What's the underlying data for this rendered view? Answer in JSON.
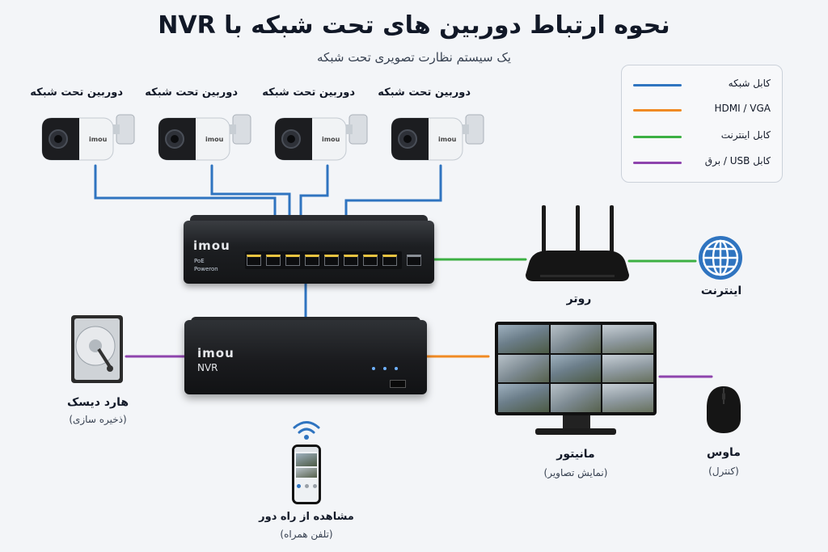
{
  "title": "نحوه ارتباط دوربین های تحت شبکه با NVR",
  "subtitle": "یک سیستم نظارت تصویری تحت شبکه",
  "legend": {
    "items": [
      {
        "label": "کابل شبکه",
        "color": "#2f74c0"
      },
      {
        "label": "HDMI / VGA",
        "color": "#f08a24"
      },
      {
        "label": "کابل اینترنت",
        "color": "#3cb043"
      },
      {
        "label": "کابل USB / برق",
        "color": "#8e44ad"
      }
    ]
  },
  "cameras": [
    {
      "label": "دوربین تحت شبکه",
      "brand": "imou"
    },
    {
      "label": "دوربین تحت شبکه",
      "brand": "imou"
    },
    {
      "label": "دوربین تحت شبکه",
      "brand": "imou"
    },
    {
      "label": "دوربین تحت شبکه",
      "brand": "imou"
    }
  ],
  "switch": {
    "brand": "imou",
    "line1": "PoE",
    "line2": "Poweron"
  },
  "router": {
    "label": "روتر"
  },
  "internet": {
    "label": "اینترنت"
  },
  "nvr": {
    "brand": "imou",
    "model": "NVR"
  },
  "hdd": {
    "label": "هارد دیسک",
    "sub": "(ذخیره سازی)"
  },
  "monitor": {
    "label": "مانیتور",
    "sub": "(نمایش تصاویر)"
  },
  "mouse": {
    "label": "ماوس",
    "sub": "(کنترل)"
  },
  "phone": {
    "label": "مشاهده از راه دور",
    "sub": "(تلفن همراه)"
  }
}
